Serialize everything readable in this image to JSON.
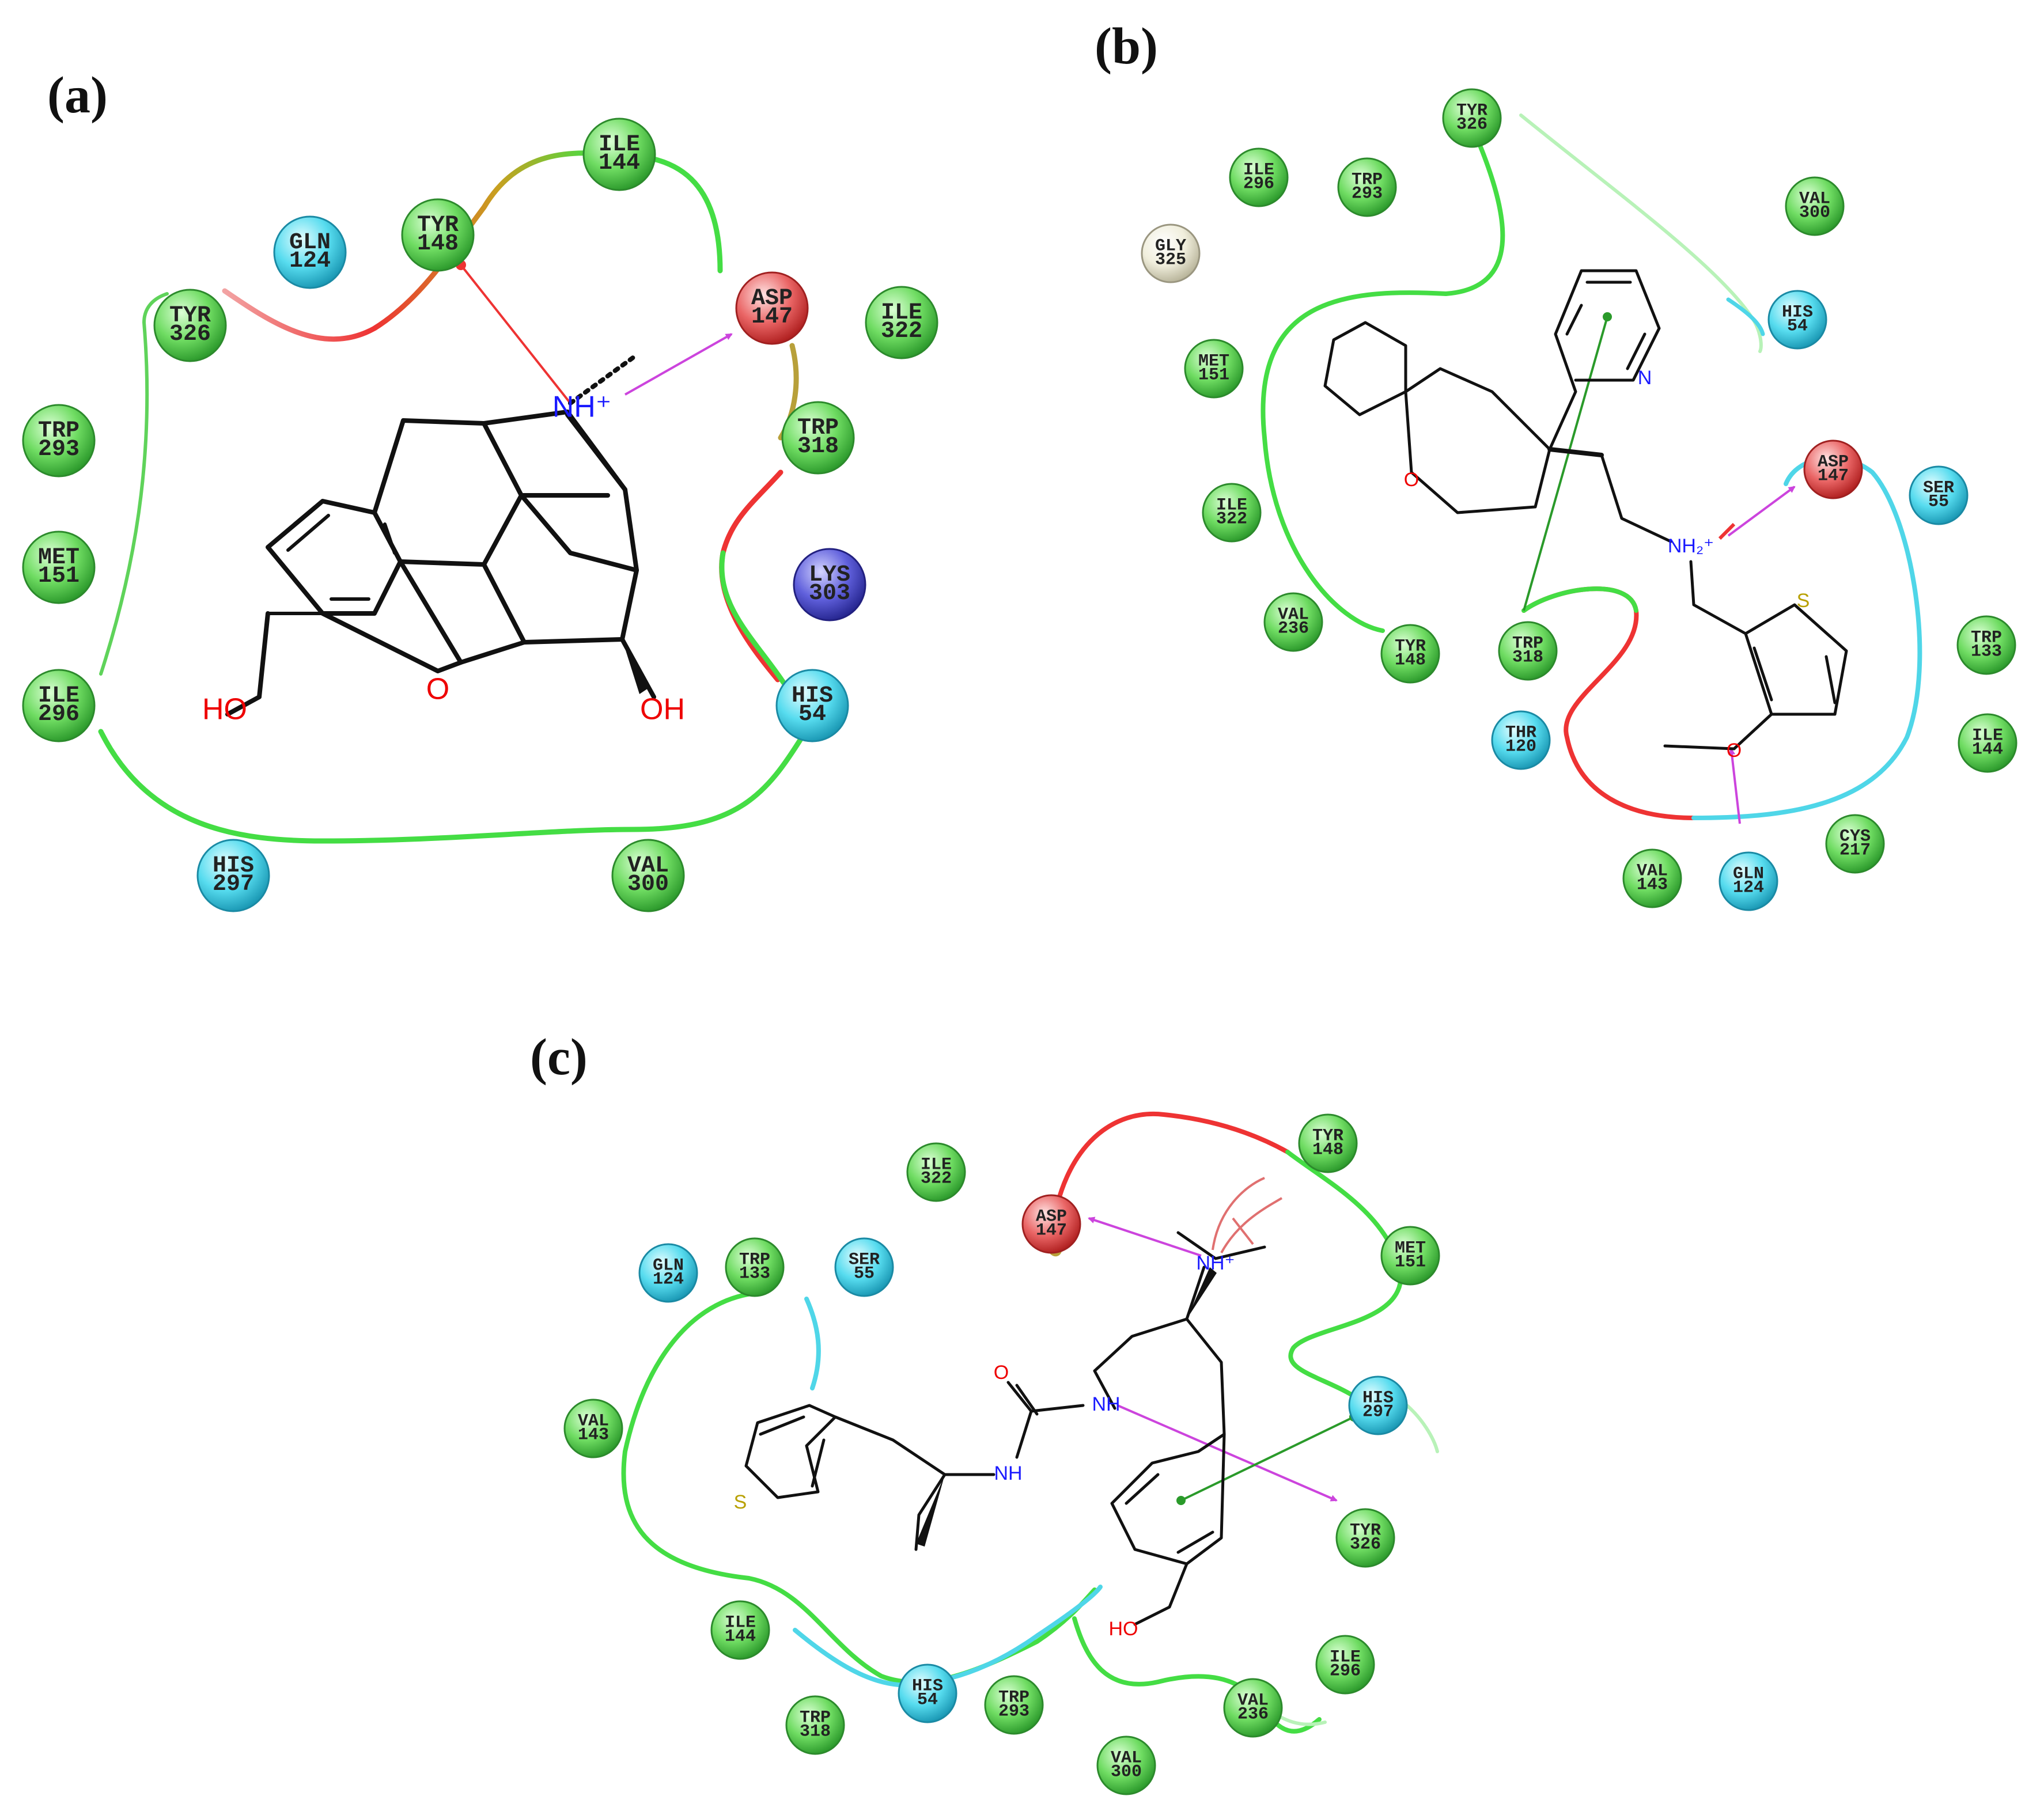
{
  "colors": {
    "hydrophobic": "#5fd35a",
    "polar": "#4fd6e8",
    "negative": "#e85b5b",
    "positive": "#5050d0",
    "glycine": "#eeeedd",
    "hbond": "#cc44dd",
    "pistack": "#2a9a2a",
    "cation": "#e33"
  },
  "panels": [
    {
      "label": "(a)",
      "residues": [
        {
          "id": "a1",
          "l1": "GLN",
          "l2": "124",
          "kind": "polar"
        },
        {
          "id": "a2",
          "l1": "TYR",
          "l2": "148",
          "kind": "hydrophobic"
        },
        {
          "id": "a3",
          "l1": "ILE",
          "l2": "144",
          "kind": "hydrophobic"
        },
        {
          "id": "a4",
          "l1": "ASP",
          "l2": "147",
          "kind": "negative"
        },
        {
          "id": "a5",
          "l1": "ILE",
          "l2": "322",
          "kind": "hydrophobic"
        },
        {
          "id": "a6",
          "l1": "TYR",
          "l2": "326",
          "kind": "hydrophobic"
        },
        {
          "id": "a7",
          "l1": "TRP",
          "l2": "293",
          "kind": "hydrophobic"
        },
        {
          "id": "a8",
          "l1": "TRP",
          "l2": "318",
          "kind": "hydrophobic"
        },
        {
          "id": "a9",
          "l1": "MET",
          "l2": "151",
          "kind": "hydrophobic"
        },
        {
          "id": "a10",
          "l1": "LYS",
          "l2": "303",
          "kind": "positive"
        },
        {
          "id": "a11",
          "l1": "ILE",
          "l2": "296",
          "kind": "hydrophobic"
        },
        {
          "id": "a12",
          "l1": "HIS",
          "l2": "54",
          "kind": "polar"
        },
        {
          "id": "a13",
          "l1": "HIS",
          "l2": "297",
          "kind": "polar"
        },
        {
          "id": "a14",
          "l1": "VAL",
          "l2": "300",
          "kind": "hydrophobic"
        }
      ],
      "atoms": [
        "NH⁺",
        "HO",
        "O",
        "OH"
      ]
    },
    {
      "label": "(b)",
      "residues": [
        {
          "id": "b1",
          "l1": "TYR",
          "l2": "326",
          "kind": "hydrophobic"
        },
        {
          "id": "b2",
          "l1": "ILE",
          "l2": "296",
          "kind": "hydrophobic"
        },
        {
          "id": "b3",
          "l1": "TRP",
          "l2": "293",
          "kind": "hydrophobic"
        },
        {
          "id": "b4",
          "l1": "VAL",
          "l2": "300",
          "kind": "hydrophobic"
        },
        {
          "id": "b5",
          "l1": "GLY",
          "l2": "325",
          "kind": "glycine"
        },
        {
          "id": "b6",
          "l1": "HIS",
          "l2": "54",
          "kind": "polar"
        },
        {
          "id": "b7",
          "l1": "MET",
          "l2": "151",
          "kind": "hydrophobic"
        },
        {
          "id": "b8",
          "l1": "ASP",
          "l2": "147",
          "kind": "negative"
        },
        {
          "id": "b9",
          "l1": "SER",
          "l2": "55",
          "kind": "polar"
        },
        {
          "id": "b10",
          "l1": "ILE",
          "l2": "322",
          "kind": "hydrophobic"
        },
        {
          "id": "b11",
          "l1": "VAL",
          "l2": "236",
          "kind": "hydrophobic"
        },
        {
          "id": "b12",
          "l1": "TYR",
          "l2": "148",
          "kind": "hydrophobic"
        },
        {
          "id": "b13",
          "l1": "TRP",
          "l2": "318",
          "kind": "hydrophobic"
        },
        {
          "id": "b14",
          "l1": "TRP",
          "l2": "133",
          "kind": "hydrophobic"
        },
        {
          "id": "b15",
          "l1": "ILE",
          "l2": "144",
          "kind": "hydrophobic"
        },
        {
          "id": "b16",
          "l1": "THR",
          "l2": "120",
          "kind": "polar"
        },
        {
          "id": "b17",
          "l1": "CYS",
          "l2": "217",
          "kind": "hydrophobic"
        },
        {
          "id": "b18",
          "l1": "VAL",
          "l2": "143",
          "kind": "hydrophobic"
        },
        {
          "id": "b19",
          "l1": "GLN",
          "l2": "124",
          "kind": "polar"
        }
      ],
      "atoms": [
        "N",
        "O",
        "NH₂⁺",
        "S",
        "O"
      ]
    },
    {
      "label": "(c)",
      "residues": [
        {
          "id": "c1",
          "l1": "TYR",
          "l2": "148",
          "kind": "hydrophobic"
        },
        {
          "id": "c2",
          "l1": "ILE",
          "l2": "322",
          "kind": "hydrophobic"
        },
        {
          "id": "c3",
          "l1": "ASP",
          "l2": "147",
          "kind": "negative"
        },
        {
          "id": "c4",
          "l1": "MET",
          "l2": "151",
          "kind": "hydrophobic"
        },
        {
          "id": "c5",
          "l1": "GLN",
          "l2": "124",
          "kind": "polar"
        },
        {
          "id": "c6",
          "l1": "TRP",
          "l2": "133",
          "kind": "hydrophobic"
        },
        {
          "id": "c7",
          "l1": "SER",
          "l2": "55",
          "kind": "polar"
        },
        {
          "id": "c8",
          "l1": "HIS",
          "l2": "297",
          "kind": "polar"
        },
        {
          "id": "c9",
          "l1": "VAL",
          "l2": "143",
          "kind": "hydrophobic"
        },
        {
          "id": "c10",
          "l1": "TYR",
          "l2": "326",
          "kind": "hydrophobic"
        },
        {
          "id": "c11",
          "l1": "ILE",
          "l2": "144",
          "kind": "hydrophobic"
        },
        {
          "id": "c12",
          "l1": "ILE",
          "l2": "296",
          "kind": "hydrophobic"
        },
        {
          "id": "c13",
          "l1": "HIS",
          "l2": "54",
          "kind": "polar"
        },
        {
          "id": "c14",
          "l1": "TRP",
          "l2": "293",
          "kind": "hydrophobic"
        },
        {
          "id": "c15",
          "l1": "VAL",
          "l2": "236",
          "kind": "hydrophobic"
        },
        {
          "id": "c16",
          "l1": "TRP",
          "l2": "318",
          "kind": "hydrophobic"
        },
        {
          "id": "c17",
          "l1": "VAL",
          "l2": "300",
          "kind": "hydrophobic"
        }
      ],
      "atoms": [
        "NH⁺",
        "O",
        "NH",
        "NH",
        "S",
        "HO"
      ]
    }
  ]
}
